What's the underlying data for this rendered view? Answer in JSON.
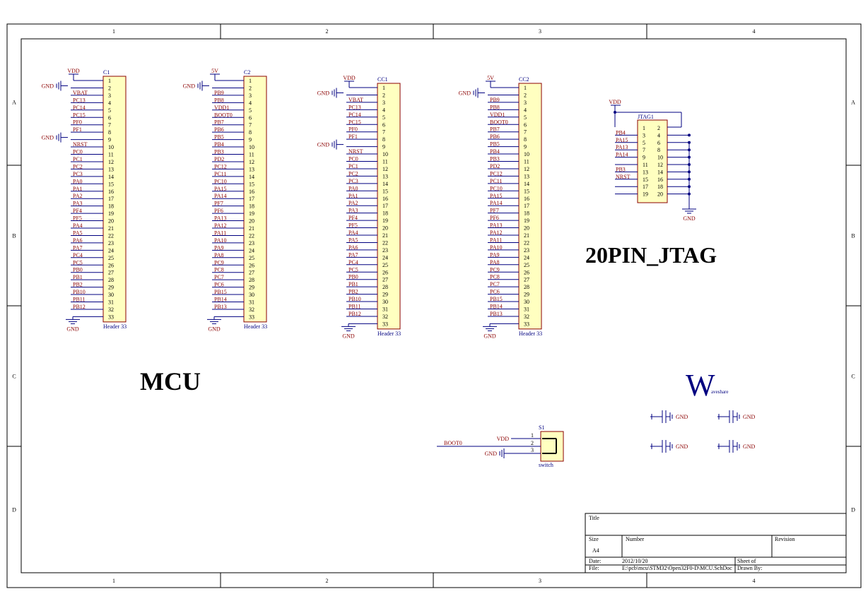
{
  "frame": {
    "columns": [
      "1",
      "2",
      "3",
      "4"
    ],
    "rows": [
      "A",
      "B",
      "C",
      "D"
    ]
  },
  "parts": [
    {
      "id": "C1",
      "type": "Header 33",
      "power": "VDD",
      "pins": [
        "1",
        "2",
        "3",
        "4",
        "5",
        "6",
        "7",
        "8",
        "9",
        "10",
        "11",
        "12",
        "13",
        "14",
        "15",
        "16",
        "17",
        "18",
        "19",
        "20",
        "21",
        "22",
        "23",
        "24",
        "25",
        "26",
        "27",
        "28",
        "29",
        "30",
        "31",
        "32",
        "33"
      ],
      "nets": [
        "",
        "",
        "VBAT",
        "PC13",
        "PC14",
        "PC15",
        "PF0",
        "PF1",
        "",
        "NRST",
        "PC0",
        "PC1",
        "PC2",
        "PC3",
        "PA0",
        "PA1",
        "PA2",
        "PA3",
        "PF4",
        "PF5",
        "PA4",
        "PA5",
        "PA6",
        "PA7",
        "PC4",
        "PC5",
        "PB0",
        "PB1",
        "PB2",
        "PB10",
        "PB11",
        "PB12",
        ""
      ],
      "gnd_pins": [
        2,
        9
      ]
    },
    {
      "id": "C2",
      "type": "Header 33",
      "power": "5V",
      "pins": [
        "1",
        "2",
        "3",
        "4",
        "5",
        "6",
        "7",
        "8",
        "9",
        "10",
        "11",
        "12",
        "13",
        "14",
        "15",
        "16",
        "17",
        "18",
        "19",
        "20",
        "21",
        "22",
        "23",
        "24",
        "25",
        "26",
        "27",
        "28",
        "29",
        "30",
        "31",
        "32",
        "33"
      ],
      "nets": [
        "",
        "",
        "PB9",
        "PB8",
        "VDD1",
        "BOOT0",
        "PB7",
        "PB6",
        "PB5",
        "PB4",
        "PB3",
        "PD2",
        "PC12",
        "PC11",
        "PC10",
        "PA15",
        "PA14",
        "PF7",
        "PF6",
        "PA13",
        "PA12",
        "PA11",
        "PA10",
        "PA9",
        "PA8",
        "PC9",
        "PC8",
        "PC7",
        "PC6",
        "PB15",
        "PB14",
        "PB13",
        ""
      ],
      "gnd_pins": [
        2
      ]
    },
    {
      "id": "CC1",
      "type": "Header 33",
      "power": "VDD",
      "pins": [
        "1",
        "2",
        "3",
        "4",
        "5",
        "6",
        "7",
        "8",
        "9",
        "10",
        "11",
        "12",
        "13",
        "14",
        "15",
        "16",
        "17",
        "18",
        "19",
        "20",
        "21",
        "22",
        "23",
        "24",
        "25",
        "26",
        "27",
        "28",
        "29",
        "30",
        "31",
        "32",
        "33"
      ],
      "nets": [
        "",
        "",
        "VBAT",
        "PC13",
        "PC14",
        "PC15",
        "PF0",
        "PF1",
        "",
        "NRST",
        "PC0",
        "PC1",
        "PC2",
        "PC3",
        "PA0",
        "PA1",
        "PA2",
        "PA3",
        "PF4",
        "PF5",
        "PA4",
        "PA5",
        "PA6",
        "PA7",
        "PC4",
        "PC5",
        "PB0",
        "PB1",
        "PB2",
        "PB10",
        "PB11",
        "PB12",
        ""
      ],
      "gnd_pins": [
        2,
        9
      ]
    },
    {
      "id": "CC2",
      "type": "Header 33",
      "power": "5V",
      "pins": [
        "1",
        "2",
        "3",
        "4",
        "5",
        "6",
        "7",
        "8",
        "9",
        "10",
        "11",
        "12",
        "13",
        "14",
        "15",
        "16",
        "17",
        "18",
        "19",
        "20",
        "21",
        "22",
        "23",
        "24",
        "25",
        "26",
        "27",
        "28",
        "29",
        "30",
        "31",
        "32",
        "33"
      ],
      "nets": [
        "",
        "",
        "PB9",
        "PB8",
        "VDD1",
        "BOOT0",
        "PB7",
        "PB6",
        "PB5",
        "PB4",
        "PB3",
        "PD2",
        "PC12",
        "PC11",
        "PC10",
        "PA15",
        "PA14",
        "PF7",
        "PF6",
        "PA13",
        "PA12",
        "PA11",
        "PA10",
        "PA9",
        "PA8",
        "PC9",
        "PC8",
        "PC7",
        "PC6",
        "PB15",
        "PB14",
        "PB13",
        ""
      ],
      "gnd_pins": [
        2
      ]
    }
  ],
  "gnd_label": "GND",
  "jtag": {
    "id": "JTAG1",
    "power": "VDD",
    "left_pins": [
      "1",
      "3",
      "5",
      "7",
      "9",
      "11",
      "13",
      "15",
      "17",
      "19"
    ],
    "right_pins": [
      "2",
      "4",
      "6",
      "8",
      "10",
      "12",
      "14",
      "16",
      "18",
      "20"
    ],
    "nets": [
      "",
      "PB4",
      "PA15",
      "PA13",
      "PA14",
      "",
      "PB3",
      "NRST",
      "",
      ""
    ]
  },
  "titles": {
    "mcu": "MCU",
    "jtag": "20PIN_JTAG"
  },
  "logo": {
    "letter": "W",
    "rest": "aveshare"
  },
  "switch": {
    "id": "S1",
    "type": "switch",
    "net": "BOOT0",
    "power": "VDD",
    "pins": [
      "1",
      "2",
      "3"
    ]
  },
  "title_block": {
    "title_label": "Title",
    "size_label": "Size",
    "size_value": "A4",
    "number_label": "Number",
    "revision_label": "Revision",
    "date_label": "Date:",
    "date_value": "2012/10/20",
    "file_label": "File:",
    "file_value": "E:\\pcb\\mcu\\STM32\\Open32F0-D\\MCU.SchDoc",
    "sheet_label": "Sheet    of",
    "drawn_label": "Drawn By:"
  },
  "colors": {
    "wire": "#000080",
    "net_label": "#8b0000",
    "part_fill": "#ffffc0"
  }
}
